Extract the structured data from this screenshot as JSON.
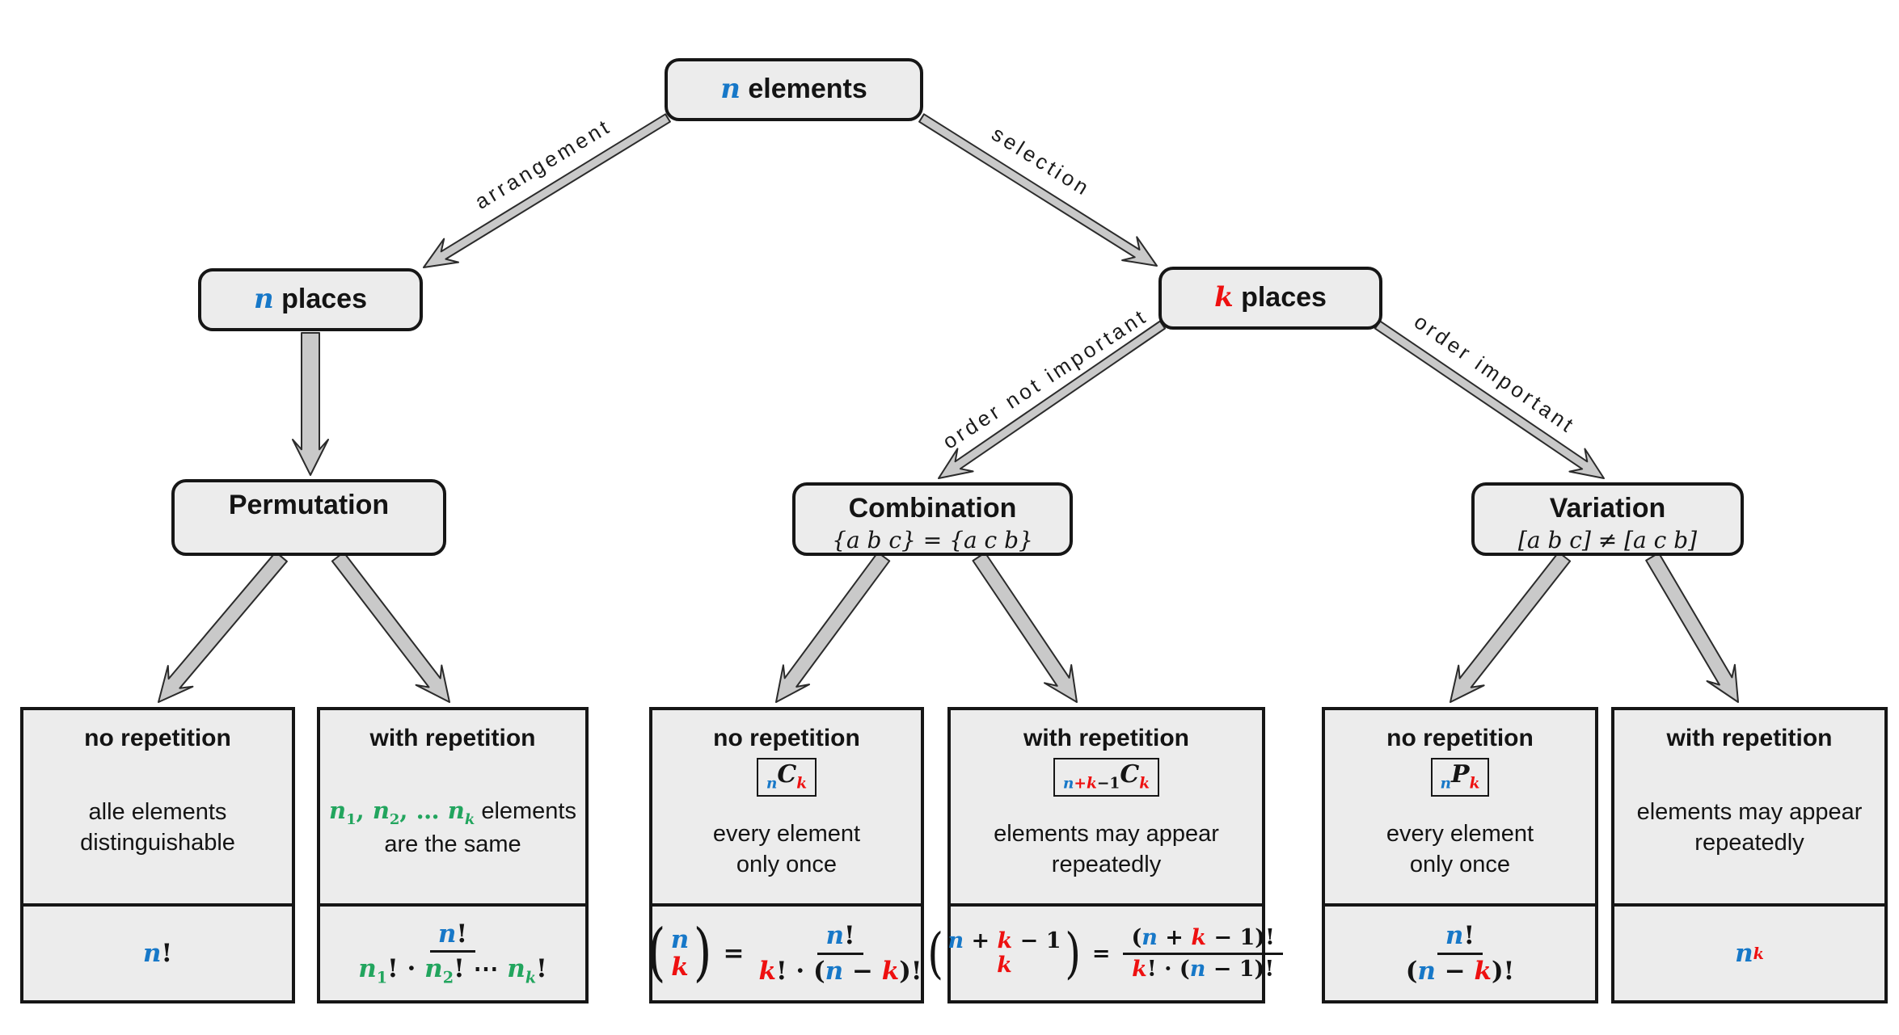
{
  "colors": {
    "blue": "#1778c8",
    "red": "#ee1010",
    "green": "#22a55e",
    "black": "#1a1a1a"
  },
  "nodes": {
    "root": {
      "title_tokens": [
        {
          "t": "n",
          "c": "blue",
          "m": 1
        },
        {
          "t": " elements"
        }
      ]
    },
    "n_places": {
      "title_tokens": [
        {
          "t": "n",
          "c": "blue",
          "m": 1
        },
        {
          "t": " places"
        }
      ]
    },
    "k_places": {
      "title_tokens": [
        {
          "t": "k",
          "c": "red",
          "m": 1
        },
        {
          "t": " places"
        }
      ]
    },
    "permutation": {
      "title": "Permutation",
      "subtitle": ""
    },
    "combination": {
      "title": "Combination",
      "subtitle": "{a b c} = {a c b}"
    },
    "variation": {
      "title": "Variation",
      "subtitle": "[a b c] ≠ [a c b]"
    }
  },
  "edge_labels": {
    "arrangement": "arrangement",
    "selection": "selection",
    "order_not_important": "order not important",
    "order_important": "order important"
  },
  "leaves": [
    {
      "title": "no repetition",
      "notation": null,
      "desc": [
        [
          {
            "t": "alle elements"
          }
        ],
        [
          {
            "t": "distinguishable"
          }
        ]
      ],
      "formula": [
        {
          "kind": "tokens",
          "tokens": [
            {
              "t": "n",
              "c": "blue",
              "m": 1
            },
            {
              "t": "!",
              "b": 1
            }
          ]
        }
      ]
    },
    {
      "title": "with repetition",
      "notation": null,
      "desc": [
        [
          {
            "t": "n",
            "c": "green",
            "m": 1
          },
          {
            "t": "1",
            "c": "green",
            "b": 1,
            "sub": 1
          },
          {
            "t": ", ",
            "c": "green",
            "b": 1
          },
          {
            "t": "n",
            "c": "green",
            "m": 1
          },
          {
            "t": "2",
            "c": "green",
            "b": 1,
            "sub": 1
          },
          {
            "t": ", … ",
            "c": "green",
            "b": 1
          },
          {
            "t": "n",
            "c": "green",
            "m": 1
          },
          {
            "t": "k",
            "c": "green",
            "m": 1,
            "sub": 1
          },
          {
            "t": " elements"
          }
        ],
        [
          {
            "t": "are the same"
          }
        ]
      ],
      "formula": [
        {
          "kind": "frac",
          "num": [
            {
              "t": "n",
              "c": "blue",
              "m": 1
            },
            {
              "t": "!",
              "b": 1
            }
          ],
          "den": [
            {
              "t": "n",
              "c": "green",
              "m": 1
            },
            {
              "t": "1",
              "c": "green",
              "b": 1,
              "sub": 1
            },
            {
              "t": "! · ",
              "b": 1
            },
            {
              "t": "n",
              "c": "green",
              "m": 1
            },
            {
              "t": "2",
              "c": "green",
              "b": 1,
              "sub": 1
            },
            {
              "t": "! ⋯ ",
              "b": 1
            },
            {
              "t": "n",
              "c": "green",
              "m": 1
            },
            {
              "t": "k",
              "c": "green",
              "m": 1,
              "sub": 1
            },
            {
              "t": "!",
              "b": 1
            }
          ]
        }
      ]
    },
    {
      "title": "no repetition",
      "notation": [
        {
          "t": "n",
          "c": "blue",
          "m": 1,
          "sub": 1
        },
        {
          "t": "C",
          "m": 1
        },
        {
          "t": "k",
          "c": "red",
          "m": 1,
          "sub": 1
        }
      ],
      "desc": [
        [
          {
            "t": "every element"
          }
        ],
        [
          {
            "t": "only once"
          }
        ]
      ],
      "formula": [
        {
          "kind": "binom",
          "top": [
            {
              "t": "n",
              "c": "blue",
              "m": 1
            }
          ],
          "bottom": [
            {
              "t": "k",
              "c": "red",
              "m": 1
            }
          ]
        },
        {
          "kind": "tokens",
          "tokens": [
            {
              "t": "=",
              "b": 1
            }
          ]
        },
        {
          "kind": "frac",
          "num": [
            {
              "t": "n",
              "c": "blue",
              "m": 1
            },
            {
              "t": "!",
              "b": 1
            }
          ],
          "den": [
            {
              "t": "k",
              "c": "red",
              "m": 1
            },
            {
              "t": "! · (",
              "b": 1
            },
            {
              "t": "n",
              "c": "blue",
              "m": 1
            },
            {
              "t": " − ",
              "b": 1
            },
            {
              "t": "k",
              "c": "red",
              "m": 1
            },
            {
              "t": ")!",
              "b": 1
            }
          ]
        }
      ]
    },
    {
      "title": "with repetition",
      "notation": [
        {
          "t": "n",
          "c": "blue",
          "m": 1,
          "sub": 1
        },
        {
          "t": "+",
          "c": "red",
          "b": 1,
          "sub": 1
        },
        {
          "t": "k",
          "c": "red",
          "m": 1,
          "sub": 1
        },
        {
          "t": "−1",
          "b": 1,
          "sub": 1
        },
        {
          "t": "C",
          "m": 1
        },
        {
          "t": "k",
          "c": "red",
          "m": 1,
          "sub": 1
        }
      ],
      "desc": [
        [
          {
            "t": "elements may appear"
          }
        ],
        [
          {
            "t": "repeatedly"
          }
        ]
      ],
      "formula": [
        {
          "kind": "binom",
          "top": [
            {
              "t": "n",
              "c": "blue",
              "m": 1
            },
            {
              "t": " + ",
              "b": 1
            },
            {
              "t": "k",
              "c": "red",
              "m": 1
            },
            {
              "t": " − 1",
              "b": 1
            }
          ],
          "bottom": [
            {
              "t": "k",
              "c": "red",
              "m": 1
            }
          ]
        },
        {
          "kind": "tokens",
          "tokens": [
            {
              "t": "=",
              "b": 1
            }
          ]
        },
        {
          "kind": "frac",
          "num": [
            {
              "t": "(",
              "b": 1
            },
            {
              "t": "n",
              "c": "blue",
              "m": 1
            },
            {
              "t": " + ",
              "b": 1
            },
            {
              "t": "k",
              "c": "red",
              "m": 1
            },
            {
              "t": " − 1",
              "b": 1
            },
            {
              "t": ")!",
              "b": 1
            }
          ],
          "den": [
            {
              "t": "k",
              "c": "red",
              "m": 1
            },
            {
              "t": "! · (",
              "b": 1
            },
            {
              "t": "n",
              "c": "blue",
              "m": 1
            },
            {
              "t": " − 1",
              "b": 1
            },
            {
              "t": ")!",
              "b": 1
            }
          ]
        }
      ]
    },
    {
      "title": "no repetition",
      "notation": [
        {
          "t": "n",
          "c": "blue",
          "m": 1,
          "sub": 1
        },
        {
          "t": "P",
          "m": 1
        },
        {
          "t": "k",
          "c": "red",
          "m": 1,
          "sub": 1
        }
      ],
      "desc": [
        [
          {
            "t": "every element"
          }
        ],
        [
          {
            "t": "only once"
          }
        ]
      ],
      "formula": [
        {
          "kind": "frac",
          "num": [
            {
              "t": "n",
              "c": "blue",
              "m": 1
            },
            {
              "t": "!",
              "b": 1
            }
          ],
          "den": [
            {
              "t": "(",
              "b": 1
            },
            {
              "t": "n",
              "c": "blue",
              "m": 1
            },
            {
              "t": " − ",
              "b": 1
            },
            {
              "t": "k",
              "c": "red",
              "m": 1
            },
            {
              "t": ")!",
              "b": 1
            }
          ]
        }
      ]
    },
    {
      "title": "with repetition",
      "notation": null,
      "desc": [
        [
          {
            "t": "elements may appear"
          }
        ],
        [
          {
            "t": "repeatedly"
          }
        ]
      ],
      "formula": [
        {
          "kind": "tokens",
          "tokens": [
            {
              "t": "n",
              "c": "blue",
              "m": 1
            },
            {
              "t": "k",
              "c": "red",
              "m": 1,
              "sup": 1
            }
          ]
        }
      ]
    }
  ]
}
